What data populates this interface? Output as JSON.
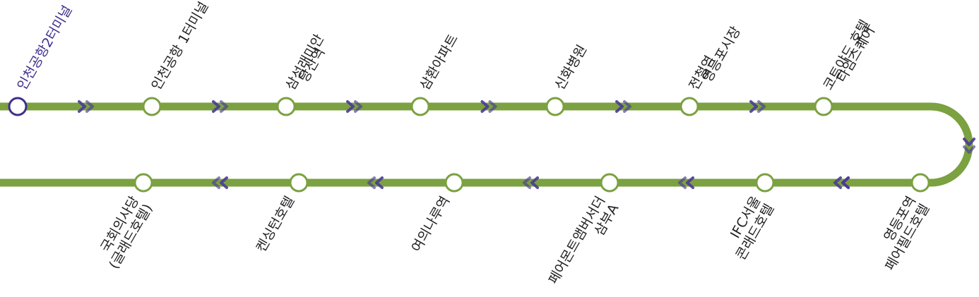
{
  "colors": {
    "line": "#7ba141",
    "station_fill": "#ffffff",
    "origin_ring": "#3f2e8c",
    "arrow": "#4b3a96",
    "label": "#222222",
    "origin_label": "#3f2e8c"
  },
  "route": {
    "direction_icon": "double-chevron-icon",
    "top_row": [
      {
        "lines": [
          "인천공항2터미널"
        ],
        "origin": true
      },
      {
        "lines": [
          "인천공항 1터미널"
        ]
      },
      {
        "lines": [
          "당산역",
          "삼성래미안"
        ]
      },
      {
        "lines": [
          "삼환아파트"
        ]
      },
      {
        "lines": [
          "신화병원"
        ]
      },
      {
        "lines": [
          "영등포시장",
          "전철역"
        ]
      },
      {
        "lines": [
          "타임스퀘어",
          "코트야드 호텔"
        ]
      }
    ],
    "bottom_row": [
      {
        "lines": [
          "영등포역",
          "페어필드호텔"
        ]
      },
      {
        "lines": [
          "IFC서울",
          "콘래드호텔"
        ]
      },
      {
        "lines": [
          "페어몬트앰버서더",
          "삼부A"
        ]
      },
      {
        "lines": [
          "여의나루역"
        ]
      },
      {
        "lines": [
          "켄싱턴호텔"
        ]
      },
      {
        "lines": [
          "국회의사당",
          "(글래드호텔)"
        ]
      }
    ]
  }
}
